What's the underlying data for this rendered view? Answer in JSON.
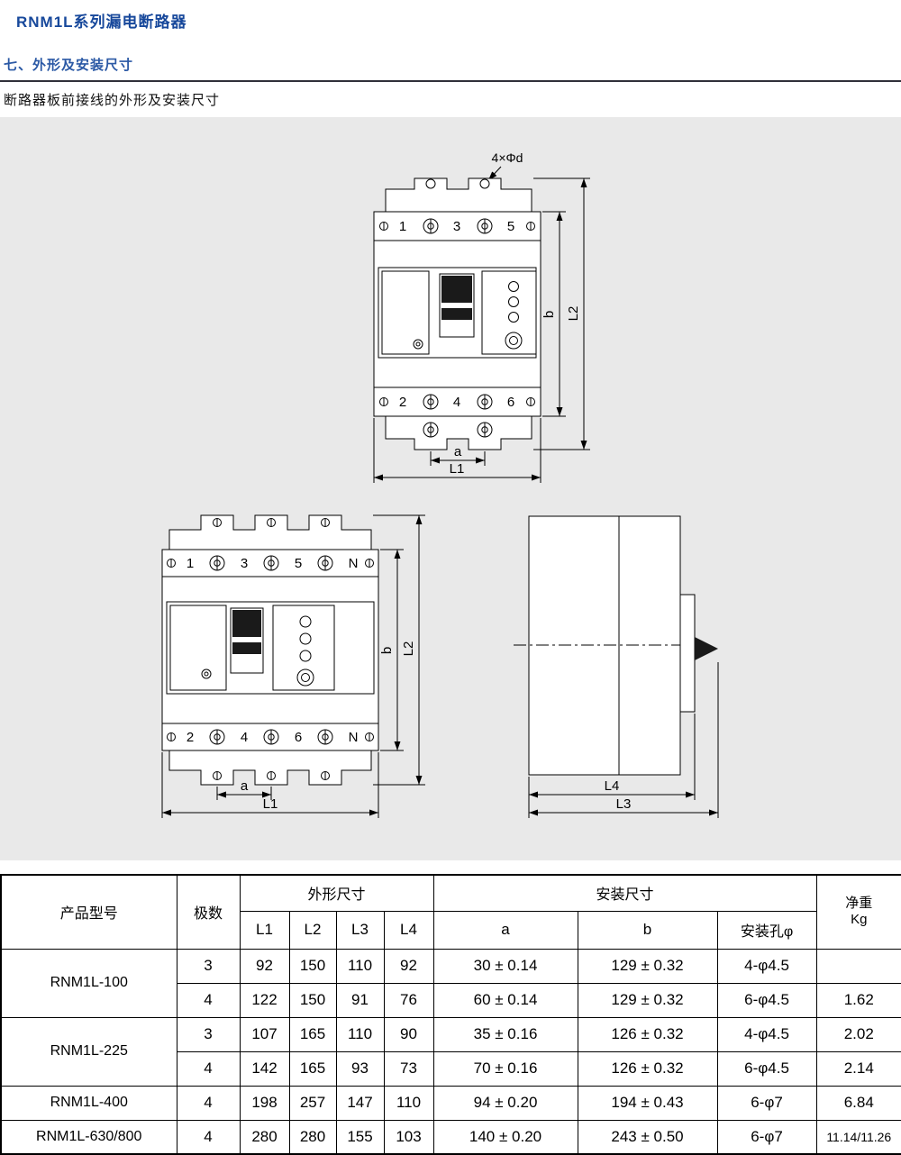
{
  "page": {
    "title": "RNM1L系列漏电断路器",
    "section_heading": "七、外形及安装尺寸",
    "subtitle": "断路器板前接线的外形及安装尺寸"
  },
  "drawings": {
    "hole_note": "4×Φd",
    "front3": {
      "top": [
        "1",
        "3",
        "5"
      ],
      "bottom": [
        "2",
        "4",
        "6"
      ]
    },
    "front4": {
      "top": [
        "1",
        "3",
        "5",
        "N"
      ],
      "bottom": [
        "2",
        "4",
        "6",
        "N"
      ]
    },
    "dims": {
      "a": "a",
      "b": "b",
      "l1": "L1",
      "l2": "L2",
      "l3": "L3",
      "l4": "L4"
    }
  },
  "table": {
    "header": {
      "model": "产品型号",
      "poles": "极数",
      "outline_group": "外形尺寸",
      "install_group": "安装尺寸",
      "weight": "净重",
      "weight_unit": "Kg",
      "l1": "L1",
      "l2": "L2",
      "l3": "L3",
      "l4": "L4",
      "a": "a",
      "b": "b",
      "hole": "安装孔φ"
    },
    "rows": [
      {
        "model": "RNM1L-100",
        "poles": "3",
        "l1": "92",
        "l2": "150",
        "l3": "110",
        "l4": "92",
        "a": "30 ± 0.14",
        "b": "129 ± 0.32",
        "hole": "4-φ4.5",
        "weight": ""
      },
      {
        "poles": "4",
        "l1": "122",
        "l2": "150",
        "l3": "91",
        "l4": "76",
        "a": "60 ± 0.14",
        "b": "129 ± 0.32",
        "hole": "6-φ4.5",
        "weight": "1.62"
      },
      {
        "model": "RNM1L-225",
        "poles": "3",
        "l1": "107",
        "l2": "165",
        "l3": "110",
        "l4": "90",
        "a": "35 ± 0.16",
        "b": "126 ± 0.32",
        "hole": "4-φ4.5",
        "weight": "2.02"
      },
      {
        "poles": "4",
        "l1": "142",
        "l2": "165",
        "l3": "93",
        "l4": "73",
        "a": "70 ± 0.16",
        "b": "126 ± 0.32",
        "hole": "6-φ4.5",
        "weight": "2.14"
      },
      {
        "model": "RNM1L-400",
        "poles": "4",
        "l1": "198",
        "l2": "257",
        "l3": "147",
        "l4": "110",
        "a": "94 ± 0.20",
        "b": "194 ± 0.43",
        "hole": "6-φ7",
        "weight": "6.84"
      },
      {
        "model": "RNM1L-630/800",
        "poles": "4",
        "l1": "280",
        "l2": "280",
        "l3": "155",
        "l4": "103",
        "a": "140 ± 0.20",
        "b": "243 ± 0.50",
        "hole": "6-φ7",
        "weight": "11.14/11.26"
      }
    ]
  }
}
